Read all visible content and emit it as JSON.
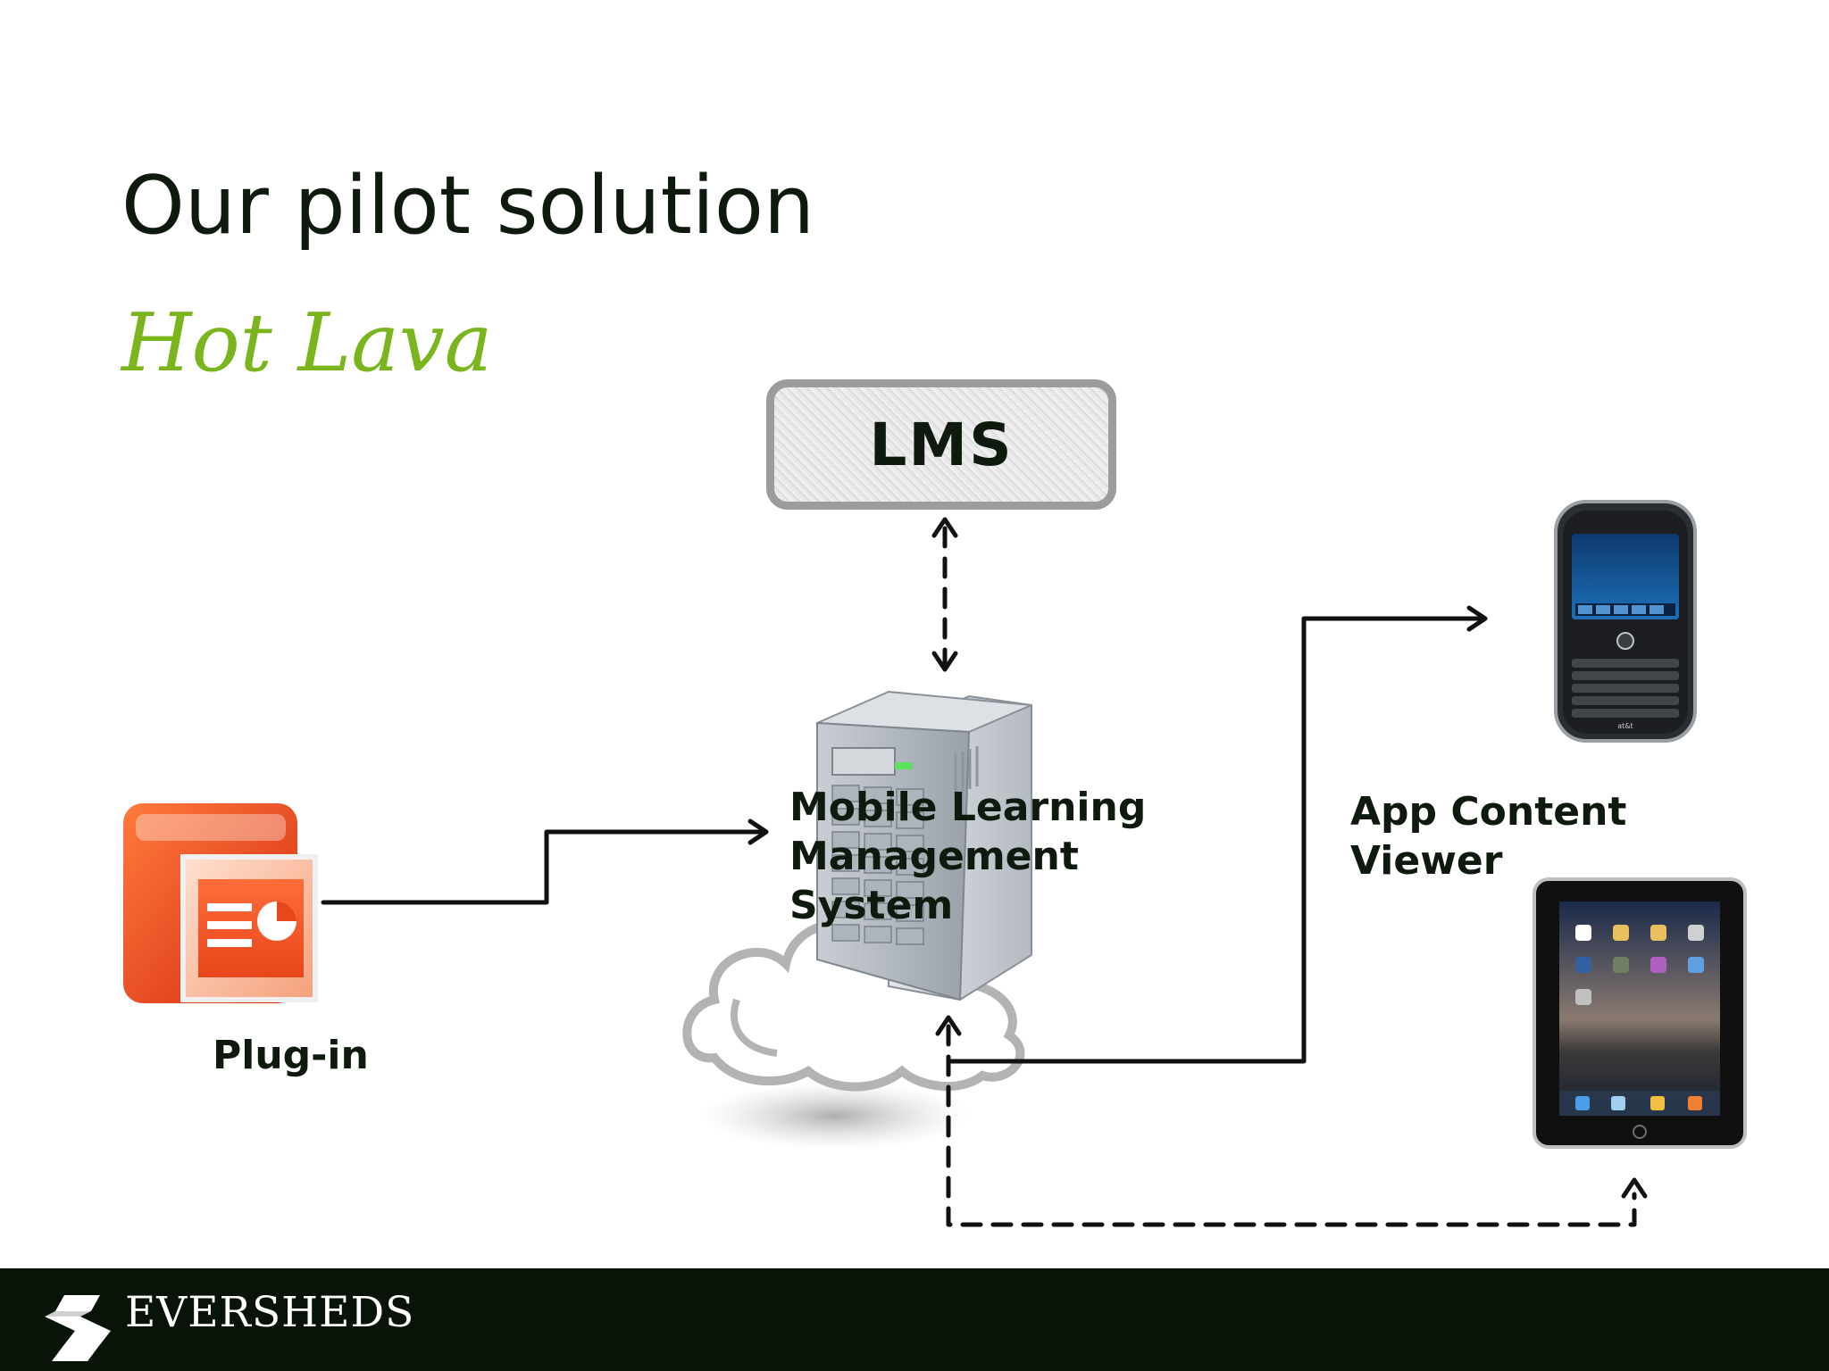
{
  "slide": {
    "title": "Our pilot solution",
    "subtitle": "Hot Lava"
  },
  "diagram": {
    "nodes": {
      "lms": {
        "label": "LMS"
      },
      "mlms": {
        "label": "Mobile Learning\nManagement\nSystem"
      },
      "plugin": {
        "label": "Plug-in"
      },
      "viewer": {
        "label": "App Content\nViewer"
      }
    },
    "edges": [
      {
        "from": "lms",
        "to": "mlms",
        "style": "dashed",
        "direction": "both"
      },
      {
        "from": "plugin",
        "to": "mlms",
        "style": "solid",
        "direction": "forward"
      },
      {
        "from": "mlms",
        "to": "smartphone",
        "style": "solid",
        "direction": "forward"
      },
      {
        "from": "tablet",
        "to": "mlms",
        "style": "dashed",
        "direction": "both"
      }
    ]
  },
  "footer": {
    "brand": "EVERSHEDS"
  },
  "colors": {
    "title": "#0d1a0d",
    "subtitle": "#7ab51d",
    "footer_bg": "#071407"
  }
}
